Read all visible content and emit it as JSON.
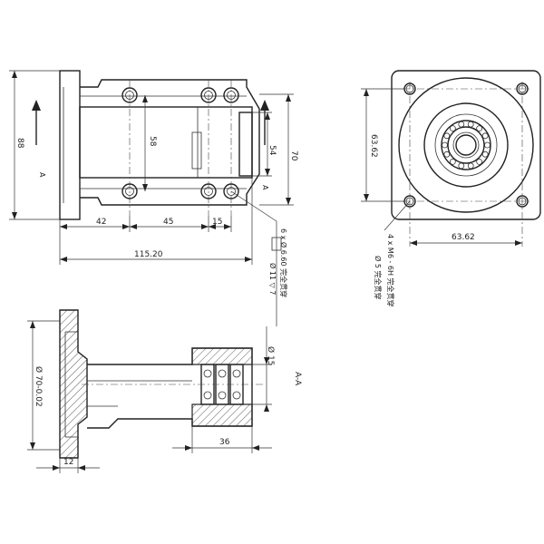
{
  "front_view": {
    "dim_height_88": "88",
    "section_mark_left": "A",
    "section_mark_right": "A",
    "dim_58": "58",
    "dim_54": "54",
    "dim_70": "70",
    "dim_42": "42",
    "dim_45": "45",
    "dim_15": "15",
    "dim_total": "115.20"
  },
  "hole_callout": {
    "line1": "6 x Ø 6.60 完全贯穿",
    "line2": "Ø 11 ▽ 7"
  },
  "side_view": {
    "dim_vertical": "63.62",
    "dim_horizontal": "63.62",
    "callout_line1": "4 x M6 - 6H 完全贯穿",
    "callout_line2": "Ø 5 完全贯穿"
  },
  "section_view": {
    "dim_flange_dia": "Ø 70-0.02",
    "dim_bore_dia": "Ø 15",
    "dim_36": "36",
    "dim_12": "12",
    "section_label": "A-A"
  }
}
